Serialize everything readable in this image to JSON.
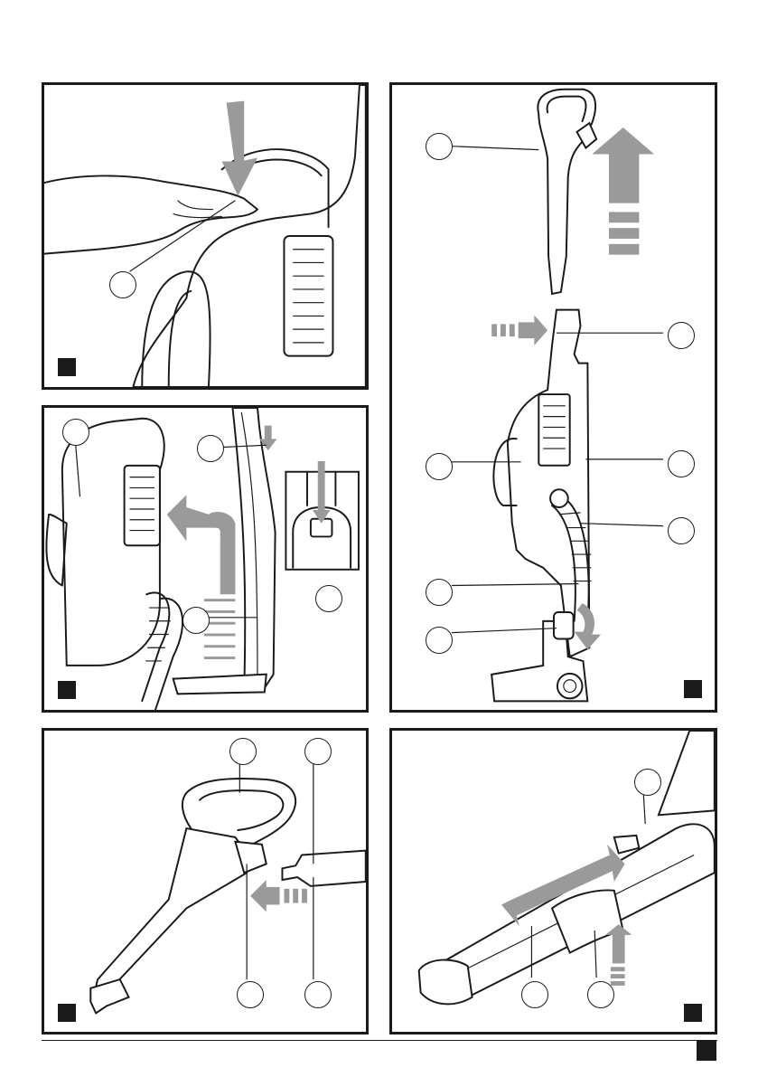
{
  "panels": [
    {
      "id": "panel-1",
      "figure_label": "",
      "callouts": [
        ""
      ]
    },
    {
      "id": "panel-2",
      "figure_label": "",
      "callouts": [
        "",
        "",
        "",
        ""
      ]
    },
    {
      "id": "panel-3",
      "figure_label": "",
      "callouts": [
        "",
        "",
        "",
        "",
        "",
        "",
        "",
        ""
      ]
    },
    {
      "id": "panel-4",
      "figure_label": "",
      "callouts": [
        "",
        "",
        "",
        ""
      ]
    },
    {
      "id": "panel-5",
      "figure_label": "",
      "callouts": [
        "",
        "",
        ""
      ]
    }
  ],
  "page": {
    "number": ""
  },
  "colors": {
    "ink": "#1a1a1a",
    "arrow_grey": "#9a9a9a"
  }
}
